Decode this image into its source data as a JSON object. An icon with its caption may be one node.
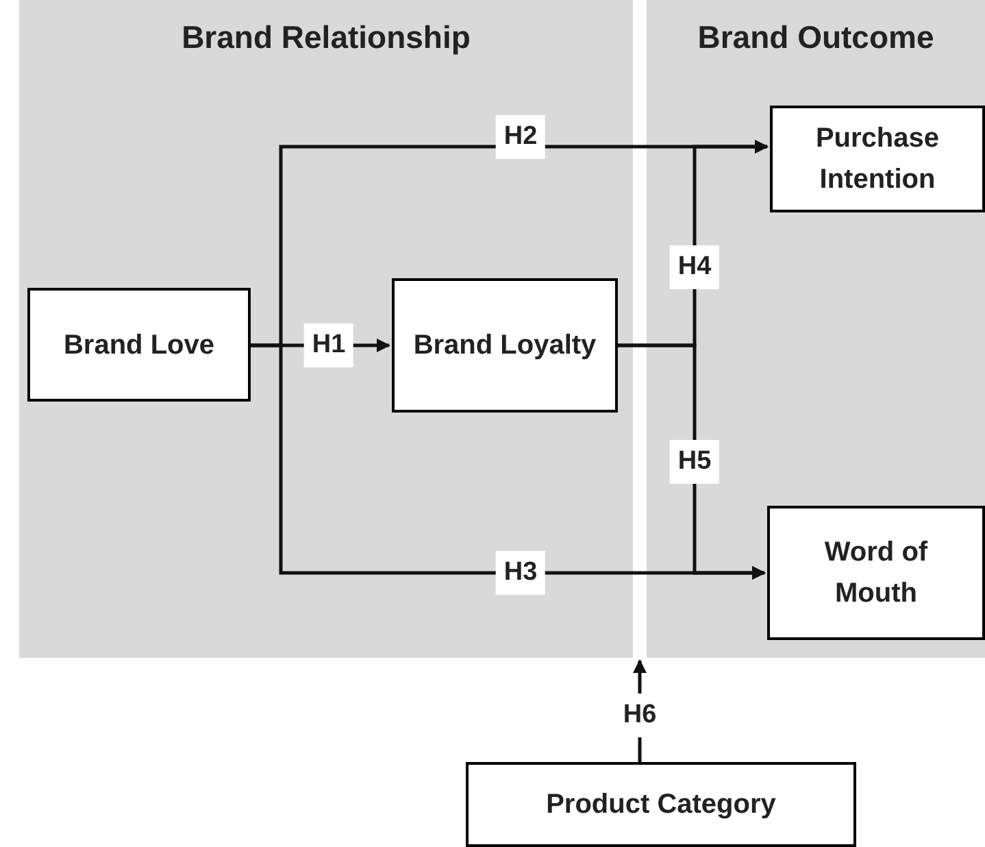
{
  "diagram": {
    "nodes": [
      {
        "text": [
          "Brand Relationship"
        ]
      },
      {
        "text": [
          "Brand Love"
        ],
        "in": 0
      },
      {
        "text": [
          "Brand Loyalty"
        ],
        "in": 0
      },
      {
        "text": [
          "Brand Outcome"
        ]
      },
      {
        "text": [
          "Purchase Intention"
        ],
        "in": 3
      },
      {
        "text": [
          "Word of Mouth"
        ],
        "in": 3
      },
      {
        "text": [
          "Product Category"
        ]
      }
    ],
    "edges": [
      {
        "from": 1,
        "to": 2,
        "arrow": "to",
        "label": "H1"
      },
      {
        "from": 1,
        "to": 4,
        "arrow": "to",
        "label": "H2"
      },
      {
        "from": 1,
        "to": 5,
        "arrow": "to",
        "label": "H3"
      },
      {
        "from": 2,
        "to": 4,
        "arrow": "to",
        "label": "H4"
      },
      {
        "from": 2,
        "to": 5,
        "arrow": "to",
        "label": "H5"
      },
      {
        "from": 6,
        "to": 3,
        "arrow": "to",
        "label": "H6"
      }
    ]
  }
}
